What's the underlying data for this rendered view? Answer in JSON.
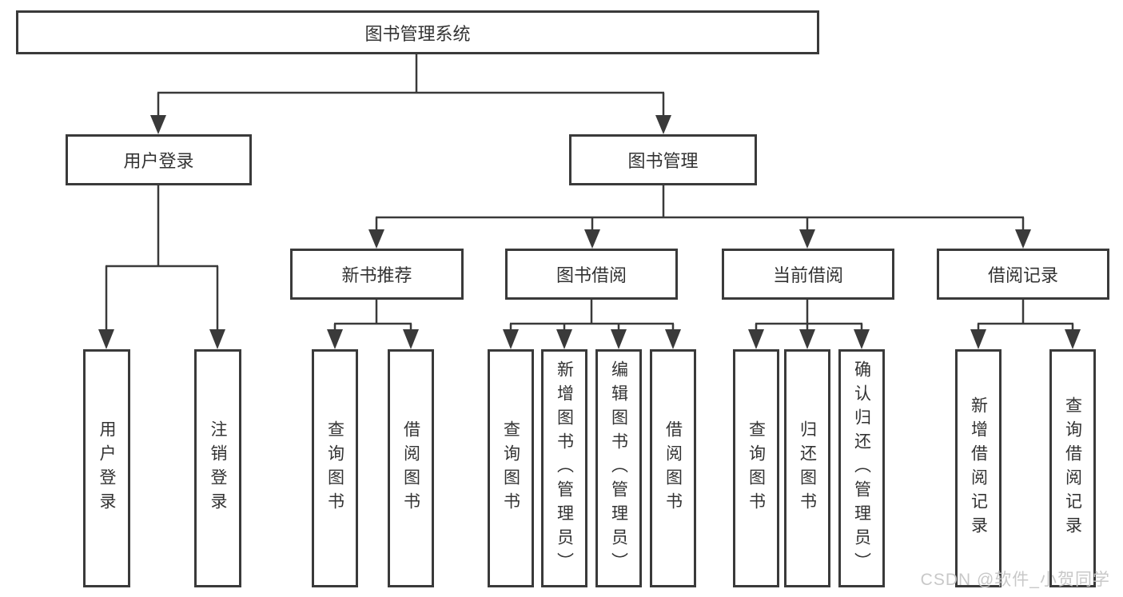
{
  "diagram": {
    "tree": {
      "label": "图书管理系统",
      "children": [
        {
          "label": "用户登录",
          "children": [
            {
              "label": "用户登录"
            },
            {
              "label": "注销登录"
            }
          ]
        },
        {
          "label": "图书管理",
          "children": [
            {
              "label": "新书推荐",
              "children": [
                {
                  "label": "查询图书"
                },
                {
                  "label": "借阅图书"
                }
              ]
            },
            {
              "label": "图书借阅",
              "children": [
                {
                  "label": "查询图书"
                },
                {
                  "label": "新增图书（管理员）"
                },
                {
                  "label": "编辑图书（管理员）"
                },
                {
                  "label": "借阅图书"
                }
              ]
            },
            {
              "label": "当前借阅",
              "children": [
                {
                  "label": "查询图书"
                },
                {
                  "label": "归还图书"
                },
                {
                  "label": "确认归还（管理员）"
                }
              ]
            },
            {
              "label": "借阅记录",
              "children": [
                {
                  "label": "新增借阅记录"
                },
                {
                  "label": "查询借阅记录"
                }
              ]
            }
          ]
        }
      ]
    }
  },
  "watermark": "CSDN @软件_小贺同学",
  "colors": {
    "line": "#3a3a3a",
    "box_border": "#3a3a3a",
    "text": "#333333",
    "watermark": "#c5c5c5",
    "background": "#ffffff"
  }
}
